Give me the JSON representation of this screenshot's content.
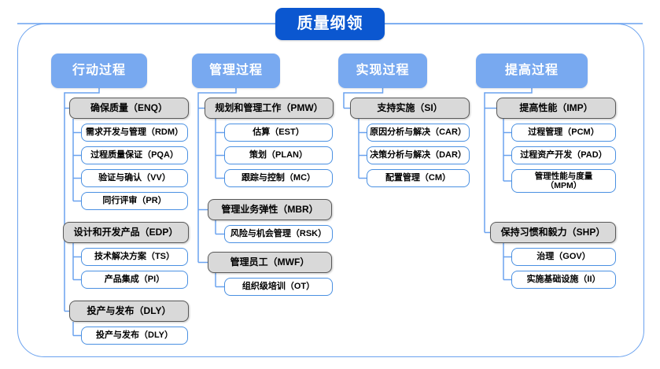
{
  "diagram": {
    "type": "org-chart",
    "title": "质量纲领",
    "outline_color": "#6aa2ef",
    "root_color": "#0b57d0",
    "column_header_color": "#78a9f0",
    "group_fill": "#d9d9d9",
    "group_border": "#595959",
    "leaf_border": "#4a90e2"
  },
  "columns": [
    {
      "header": "行动过程",
      "groups": [
        {
          "label": "确保质量（ENQ）",
          "children": [
            "需求开发与管理（RDM）",
            "过程质量保证（PQA）",
            "验证与确认（VV）",
            "同行评审（PR）"
          ]
        },
        {
          "label": "设计和开发产品（EDP）",
          "children": [
            "技术解决方案（TS）",
            "产品集成（PI）"
          ]
        },
        {
          "label": "投产与发布（DLY）",
          "children": [
            "投产与发布（DLY）"
          ]
        }
      ]
    },
    {
      "header": "管理过程",
      "groups": [
        {
          "label": "规划和管理工作（PMW）",
          "children": [
            "估算（EST）",
            "策划（PLAN）",
            "跟踪与控制（MC）"
          ]
        },
        {
          "label": "管理业务弹性（MBR）",
          "children": [
            "风险与机会管理（RSK）"
          ]
        },
        {
          "label": "管理员工（MWF）",
          "children": [
            "组织级培训（OT）"
          ]
        }
      ]
    },
    {
      "header": "实现过程",
      "groups": [
        {
          "label": "支持实施（SI）",
          "children": [
            "原因分析与解决（CAR）",
            "决策分析与解决（DAR）",
            "配置管理（CM）"
          ]
        }
      ]
    },
    {
      "header": "提高过程",
      "groups": [
        {
          "label": "提高性能（IMP）",
          "children": [
            "过程管理（PCM）",
            "过程资产开发（PAD）",
            "管理性能与度量\n（MPM）"
          ]
        },
        {
          "label": "保持习惯和毅力（SHP）",
          "children": [
            "治理（GOV）",
            "实施基础设施（II）"
          ]
        }
      ]
    }
  ]
}
